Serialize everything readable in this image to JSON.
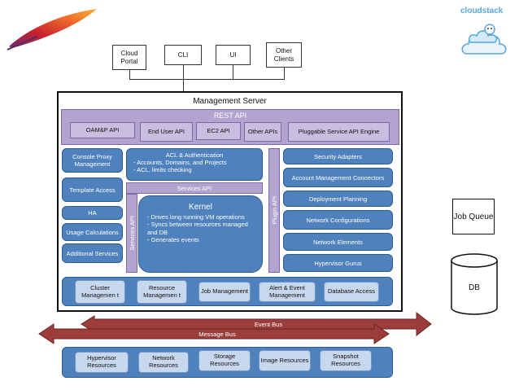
{
  "logos": {
    "left": "apache-feather-logo",
    "right_text": "cloudstack"
  },
  "clients": [
    "Cloud Portal",
    "CLI",
    "UI",
    "Other Clients"
  ],
  "management_server": {
    "title": "Management Server",
    "rest_api": {
      "title": "REST API",
      "items": [
        "OAM&P API",
        "End User API",
        "EC2 API",
        "Other APIs",
        "Pluggable Service API Engine"
      ]
    },
    "left_column": [
      "Console Proxy Management",
      "Template Access",
      "HA",
      "Usage Calculations",
      "Additional Services"
    ],
    "acl": {
      "title": "ACL & Authentication",
      "bullets": [
        "Accounts, Domains, and Projects",
        "ACL, limits checking"
      ]
    },
    "services_api": "Services API",
    "services_api_vertical": "Services API",
    "kernel": {
      "title": "Kernel",
      "bullets": [
        "Drives long running VM operations",
        "Syncs between resources managed and DB",
        "Generates events"
      ]
    },
    "plugin_api": "Plugin API",
    "right_column": [
      "Security Adapters",
      "Account Management Connectors",
      "Deployment Planning",
      "Network Configurations",
      "Network Elements",
      "Hypervisor Gurus"
    ],
    "bottom_row": [
      "Cluster Managemen t",
      "Resource Managemen t",
      "Job Management",
      "Alert & Event Management",
      "Database Access"
    ]
  },
  "buses": {
    "event_bus": "Event Bus",
    "message_bus": "Message Bus"
  },
  "resources": [
    "Hypervisor Resources",
    "Network Resources",
    "Storage Resources",
    "Image Resources",
    "Snapshot Resources"
  ],
  "side": {
    "job_queue": "Job Queue",
    "db": "DB"
  },
  "colors": {
    "blue": "#4f81bd",
    "light_blue": "#c7d7ee",
    "purple": "#b3a3cf",
    "bus_red": "#9a3d3b"
  }
}
